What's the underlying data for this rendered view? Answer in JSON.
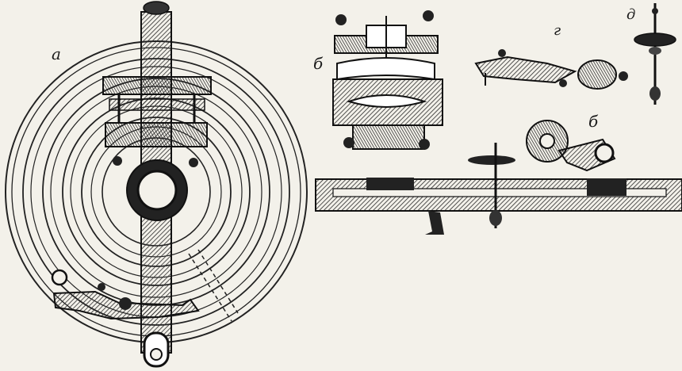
{
  "labels": {
    "a": "а",
    "b_top": "б",
    "g": "г",
    "d": "д",
    "b_right": "б"
  },
  "colors": {
    "ink": "#1b1b1b",
    "paper": "#f3f1ea",
    "mid": "#5a5a5a",
    "light": "#cfcac0"
  }
}
